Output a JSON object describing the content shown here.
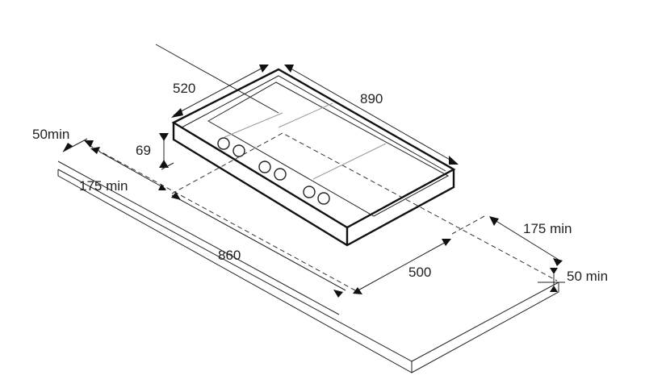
{
  "dimensions": {
    "hob_depth": "520",
    "hob_width": "890",
    "hob_height": "69",
    "left_clearance": "50min",
    "front_clearance": "175 min",
    "cutout_width": "860",
    "cutout_depth": "500",
    "right_clearance": "175 min",
    "rear_clearance": "50 min"
  },
  "colors": {
    "line": "#222222",
    "background": "#ffffff"
  }
}
